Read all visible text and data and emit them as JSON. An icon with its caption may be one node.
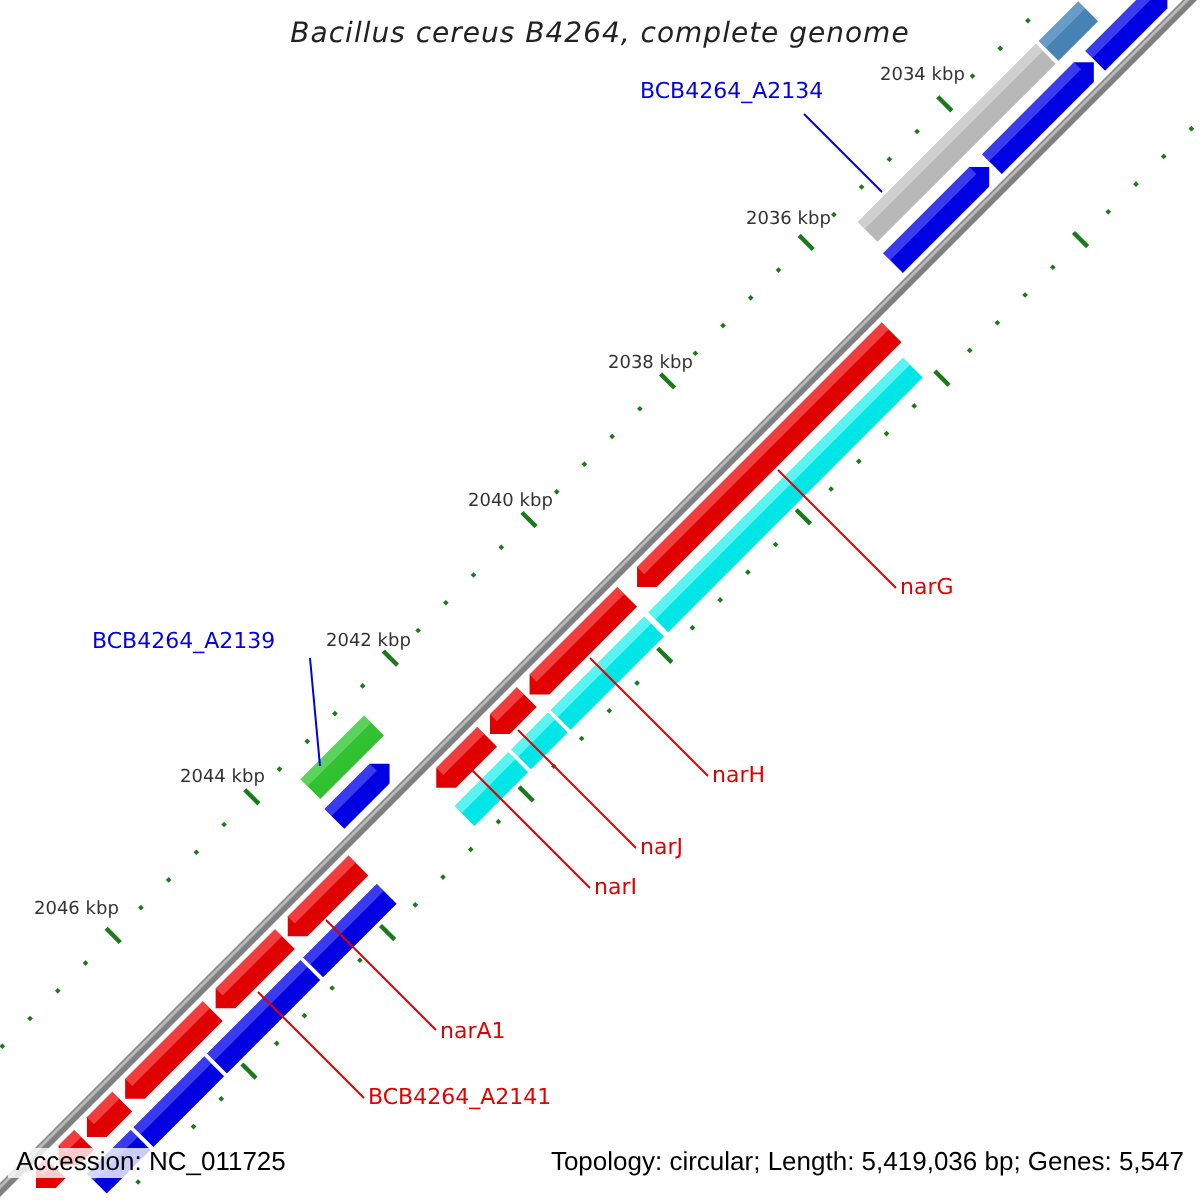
{
  "diagram": {
    "title": "Bacillus cereus B4264, complete genome",
    "nodes": [
      {
        "text": [
          "BCB4264_A2134"
        ]
      },
      {
        "text": [],
        "shape": "bar"
      },
      {
        "text": [
          "narG"
        ]
      },
      {
        "text": [],
        "shape": "arrow"
      },
      {
        "text": [
          "BCB4264_A2139"
        ]
      },
      {
        "text": [],
        "shape": "bar"
      },
      {
        "text": [
          "narH"
        ]
      },
      {
        "text": [],
        "shape": "arrow"
      },
      {
        "text": [
          "narJ"
        ]
      },
      {
        "text": [],
        "shape": "arrow"
      },
      {
        "text": [
          "narI"
        ]
      },
      {
        "text": [],
        "shape": "arrow"
      },
      {
        "text": [
          "narA1"
        ]
      },
      {
        "text": [],
        "shape": "arrow"
      },
      {
        "text": [
          "BCB4264_A2141"
        ]
      },
      {
        "text": [],
        "shape": "arrow"
      },
      {
        "text": [],
        "shape": "bar"
      },
      {
        "text": [],
        "shape": "arrow"
      },
      {
        "text": [],
        "shape": "arrow"
      },
      {
        "text": [],
        "shape": "arrow"
      },
      {
        "text": [],
        "shape": "bar"
      },
      {
        "text": [],
        "shape": "bar"
      },
      {
        "text": [],
        "shape": "bar"
      },
      {
        "text": [],
        "shape": "bar"
      },
      {
        "text": [],
        "shape": "arrow"
      },
      {
        "text": [],
        "shape": "bar"
      },
      {
        "text": [],
        "shape": "bar"
      },
      {
        "text": [],
        "shape": "arrow"
      },
      {
        "text": [],
        "shape": "bar"
      },
      {
        "text": [],
        "shape": "arrow"
      },
      {
        "text": [],
        "shape": "arrow"
      },
      {
        "text": [],
        "shape": "bar"
      },
      {
        "text": [],
        "shape": "arrow"
      }
    ],
    "edges": [
      {
        "from": 0,
        "to": 1,
        "arrow": "none",
        "color": "#0000e0"
      },
      {
        "from": 2,
        "to": 3,
        "arrow": "none"
      },
      {
        "from": 4,
        "to": 5,
        "arrow": "none",
        "color": "#0000e0"
      },
      {
        "from": 6,
        "to": 7,
        "arrow": "none"
      },
      {
        "from": 8,
        "to": 9,
        "arrow": "none"
      },
      {
        "from": 10,
        "to": 11,
        "arrow": "none"
      },
      {
        "from": 12,
        "to": 13,
        "arrow": "none"
      },
      {
        "from": 14,
        "to": 15,
        "arrow": "none"
      }
    ],
    "labels": [
      "2034 kbp",
      "2036 kbp",
      "2038 kbp",
      "2040 kbp",
      "2042 kbp",
      "2044 kbp",
      "2046 kbp",
      "Accession: NC_011725",
      "Topology: circular; Length: 5,419,036 bp; Genes: 5,547"
    ]
  }
}
